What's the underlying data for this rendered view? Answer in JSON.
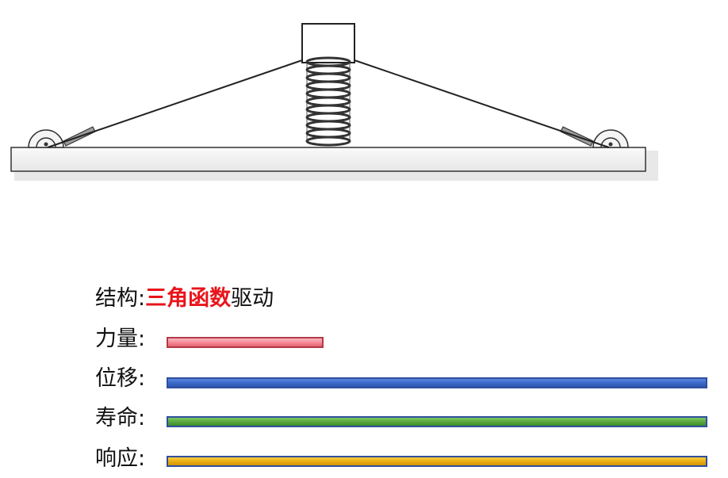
{
  "structure": {
    "label": "结构:",
    "highlight": "三角函数",
    "suffix": "驱动"
  },
  "metrics": [
    {
      "key": "force",
      "label": "力量:",
      "level": 0.29,
      "color": "#f38893"
    },
    {
      "key": "displacement",
      "label": "位移:",
      "level": 1.0,
      "color": "#3a68c8"
    },
    {
      "key": "life",
      "label": "寿命:",
      "level": 1.0,
      "color": "#56a53c"
    },
    {
      "key": "response",
      "label": "响应:",
      "level": 1.0,
      "color": "#e9ac10"
    }
  ],
  "colors": {
    "highlight_text": "#e8141a",
    "line": "#222222"
  }
}
